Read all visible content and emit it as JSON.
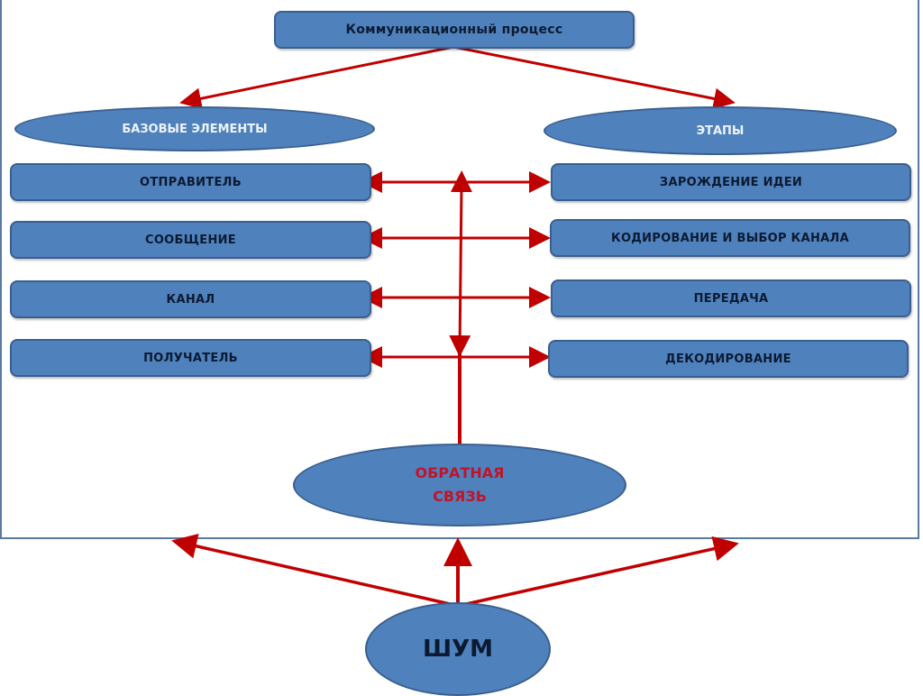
{
  "diagram": {
    "title": "Коммуникационный процесс",
    "left_header": "БАЗОВЫЕ ЭЛЕМЕНТЫ",
    "right_header": "ЭТАПЫ",
    "left_items": [
      {
        "label": "ОТПРАВИТЕЛЬ"
      },
      {
        "label": "СООБЩЕНИЕ"
      },
      {
        "label": "КАНАЛ"
      },
      {
        "label": "ПОЛУЧАТЕЛЬ"
      }
    ],
    "right_items": [
      {
        "label": "ЗАРОЖДЕНИЕ ИДЕИ"
      },
      {
        "label": "КОДИРОВАНИЕ И ВЫБОР КАНАЛА"
      },
      {
        "label": "ПЕРЕДАЧА"
      },
      {
        "label": "ДЕКОДИРОВАНИЕ"
      }
    ],
    "feedback": {
      "line1": "ОБРАТНАЯ",
      "line2": "СВЯЗЬ"
    },
    "noise": "ШУМ",
    "colors": {
      "shape_fill": "#4f81bd",
      "shape_border": "#3a5f8e",
      "arrow": "#c00000",
      "feedback_text": "#c0142a"
    }
  }
}
